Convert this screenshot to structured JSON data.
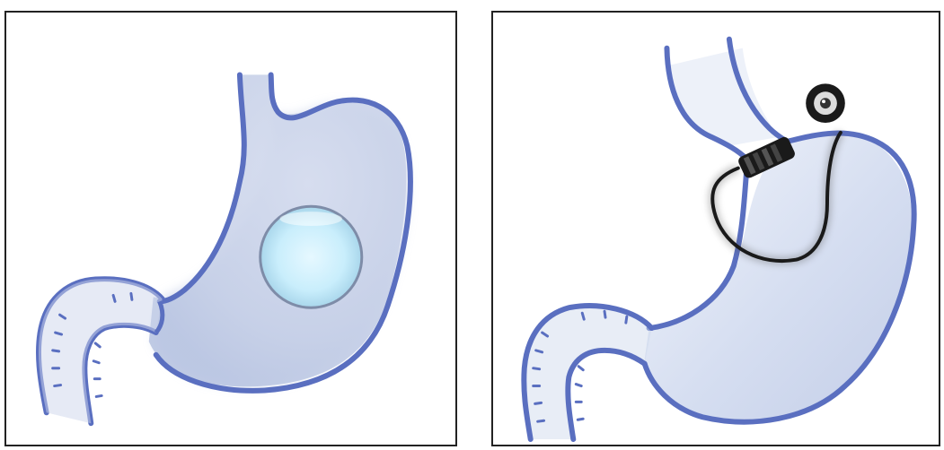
{
  "panels": [
    {
      "id": "left",
      "illustration": "stomach-with-intragastric-balloon",
      "device": "balloon-icon"
    },
    {
      "id": "right",
      "illustration": "stomach-with-adjustable-gastric-band",
      "device": "gastric-band-icon"
    }
  ],
  "colors": {
    "outline": "#5a6fc0",
    "stomach_fill": "#c9d3ea",
    "balloon_fill": "#bfe8f8",
    "band": "#1a1a1a",
    "frame": "#222222",
    "background": "#ffffff"
  }
}
